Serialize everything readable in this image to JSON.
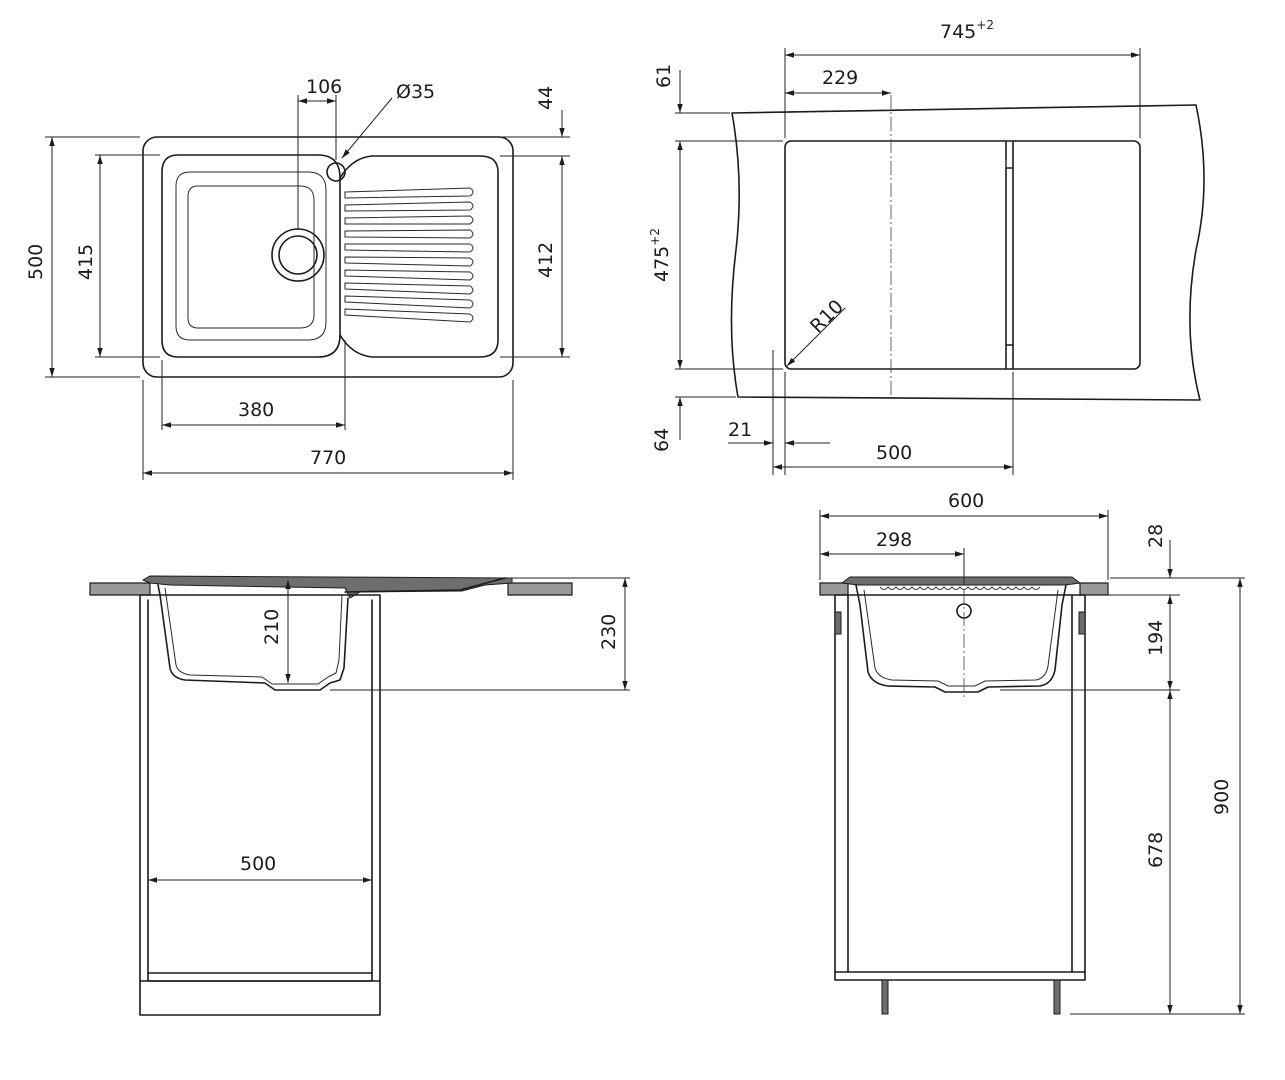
{
  "diagram": {
    "top_view": {
      "dims": {
        "d106": "106",
        "hole": "Ø35",
        "d44": "44",
        "d500": "500",
        "d415": "415",
        "d412": "412",
        "d380": "380",
        "d770": "770"
      }
    },
    "cutout_view": {
      "dims": {
        "d745": "745",
        "d745_tol": "+2",
        "d229": "229",
        "d61": "61",
        "d475": "475",
        "d475_tol": "+2",
        "r10": "R10",
        "d64": "64",
        "d21": "21",
        "d500": "500"
      }
    },
    "side_view": {
      "dims": {
        "d210": "210",
        "d230": "230",
        "d500": "500"
      }
    },
    "front_view": {
      "dims": {
        "d600": "600",
        "d298": "298",
        "d28": "28",
        "d194": "194",
        "d900": "900",
        "d678": "678"
      }
    }
  }
}
